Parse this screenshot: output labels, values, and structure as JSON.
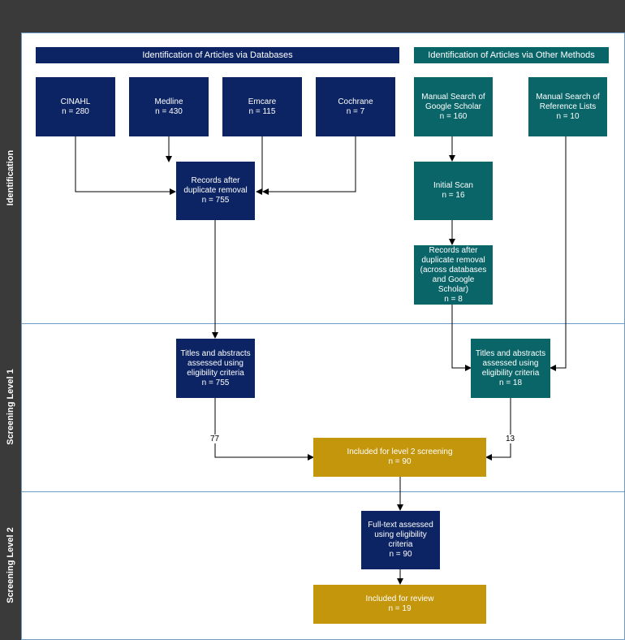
{
  "lanes": {
    "identification": "Identification",
    "screening1": "Screening Level 1",
    "screening2": "Screening Level 2"
  },
  "headers": {
    "databases": "Identification of Articles via Databases",
    "other": "Identification of Articles via Other Methods"
  },
  "boxes": {
    "cinahl": "CINAHL\nn = 280",
    "medline": "Medline\nn = 430",
    "emcare": "Emcare\nn = 115",
    "cochrane": "Cochrane\nn = 7",
    "google": "Manual Search of Google Scholar\nn = 160",
    "reflists": "Manual Search of Reference Lists\nn = 10",
    "dedup_db": "Records after duplicate removal\nn = 755",
    "initial_scan": "Initial Scan\nn = 16",
    "dedup_other": "Records after duplicate removal (across databases and Google Scholar)\nn = 8",
    "titles_db": "Titles and abstracts assessed using eligibility criteria\nn = 755",
    "titles_other": "Titles and abstracts assessed using eligibility criteria\nn = 18",
    "level2": "Included for level 2 screening\nn = 90",
    "fulltext": "Full-text assessed using eligibility criteria\nn = 90",
    "review": "Included for review\nn = 19"
  },
  "edge_labels": {
    "left": "77",
    "right": "13"
  },
  "colors": {
    "navy": "#0c2463",
    "teal": "#0a6568",
    "gold": "#c4960b",
    "lane": "#3a3a3a",
    "border": "#6f9cc6"
  }
}
